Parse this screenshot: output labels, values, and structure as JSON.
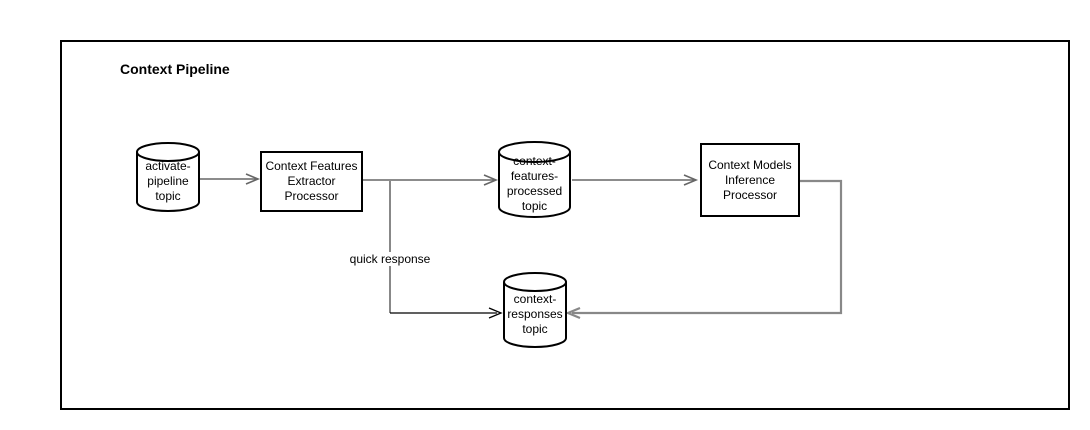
{
  "diagram": {
    "title": "Context Pipeline",
    "colors": {
      "background": "#ffffff",
      "frame_stroke": "#000000",
      "node_stroke": "#000000",
      "node_fill": "#ffffff",
      "edge_gray": "#666666",
      "edge_light_gray": "#888888",
      "edge_black": "#000000",
      "text": "#000000"
    },
    "nodes": [
      {
        "id": "activate-pipeline-topic",
        "type": "cylinder",
        "label": "activate-\npipeline\ntopic"
      },
      {
        "id": "context-features-extractor-processor",
        "type": "process",
        "label": "Context Features\nExtractor\nProcessor"
      },
      {
        "id": "context-features-processed-topic",
        "type": "cylinder",
        "label": "context-\nfeatures-\nprocessed\ntopic"
      },
      {
        "id": "context-models-inference-processor",
        "type": "process",
        "label": "Context Models\nInference\nProcessor"
      },
      {
        "id": "context-responses-topic",
        "type": "cylinder",
        "label": "context-\nresponses\ntopic"
      }
    ],
    "edges": [
      {
        "from": "activate-pipeline-topic",
        "to": "context-features-extractor-processor",
        "label": ""
      },
      {
        "from": "context-features-extractor-processor",
        "to": "context-features-processed-topic",
        "label": ""
      },
      {
        "from": "context-features-processed-topic",
        "to": "context-models-inference-processor",
        "label": ""
      },
      {
        "from": "context-features-extractor-processor",
        "to": "context-responses-topic",
        "label": "quick response"
      },
      {
        "from": "context-models-inference-processor",
        "to": "context-responses-topic",
        "label": ""
      }
    ]
  }
}
